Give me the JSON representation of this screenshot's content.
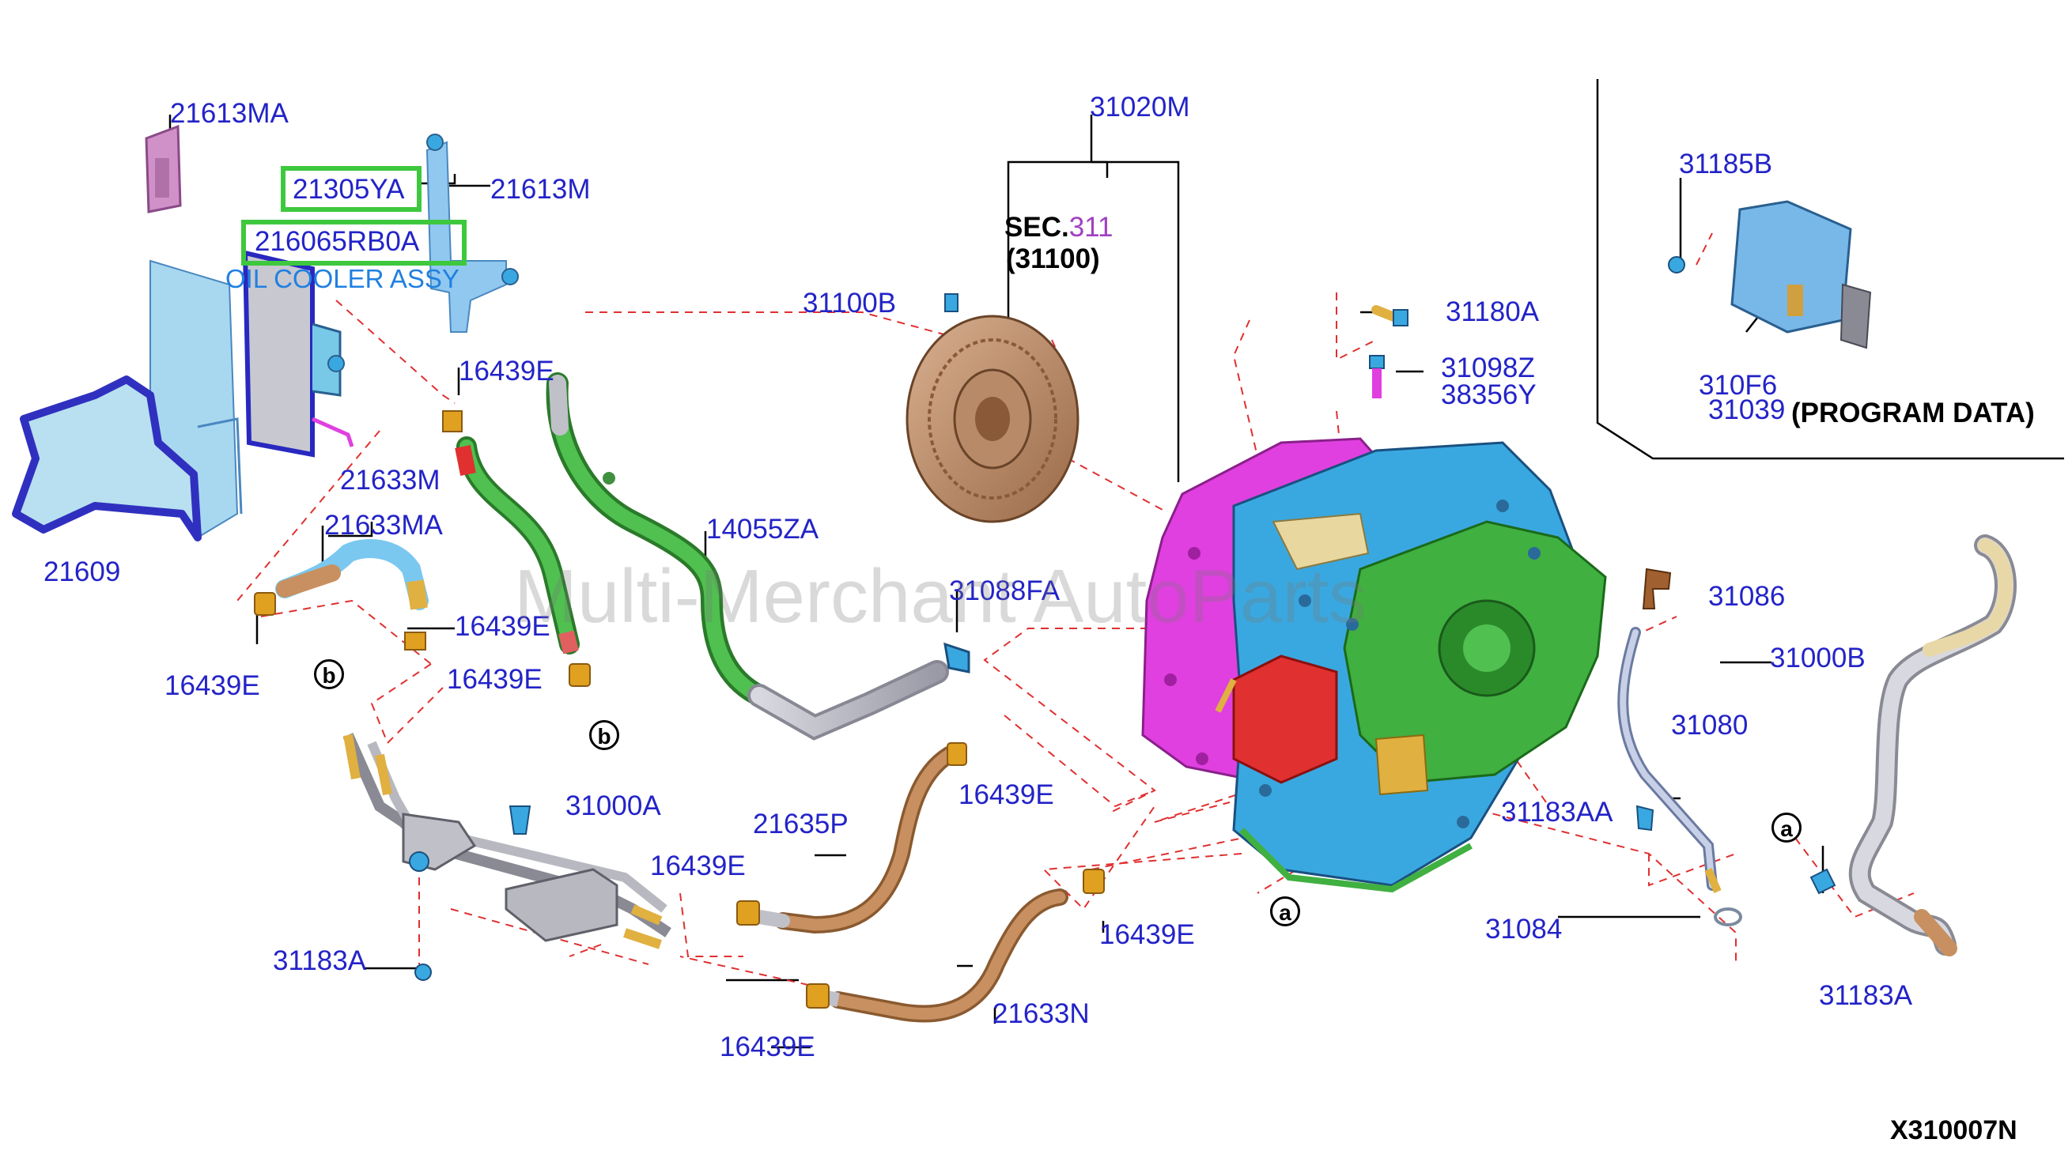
{
  "labels": {
    "l_21613MA": "21613MA",
    "l_21305YA": "21305YA",
    "l_21613M": "21613M",
    "l_216065RB0A": "216065RB0A",
    "l_oil_cooler": "OIL COOLER ASSY",
    "l_16439E_a": "16439E",
    "l_21633M": "21633M",
    "l_21633MA": "21633MA",
    "l_21609": "21609",
    "l_14055ZA": "14055ZA",
    "l_16439E_b": "16439E",
    "l_16439E_c": "16439E",
    "l_16439E_d": "16439E",
    "l_31088FA": "31088FA",
    "l_31000A": "31000A",
    "l_21635P": "21635P",
    "l_16439E_e": "16439E",
    "l_16439E_f": "16439E",
    "l_31183A_left": "31183A",
    "l_16439E_g": "16439E",
    "l_21633N": "21633N",
    "l_16439E_h": "16439E",
    "l_31020M": "31020M",
    "l_31100B": "31100B",
    "l_31180A": "31180A",
    "l_31098Z": "31098Z",
    "l_38356Y": "38356Y",
    "l_31086": "31086",
    "l_31080": "31080",
    "l_31183AA": "31183AA",
    "l_31084": "31084",
    "l_31185B": "31185B",
    "l_310F6": "310F6",
    "l_31039": "31039",
    "l_31000B": "31000B",
    "l_31183A_right": "31183A"
  },
  "sec": {
    "prefix": "SEC.",
    "number": "311",
    "sub": "(31100)"
  },
  "program_data": "(PROGRAM DATA)",
  "callouts": {
    "b1": "b",
    "b2": "b",
    "a1": "a",
    "a2": "a"
  },
  "diagram_code": "X310007N",
  "watermark": "Multi-Merchant AutoParts",
  "colors": {
    "label_blue": "#2323c8",
    "highlight_green": "#3ec83e",
    "leader_red": "#e03030",
    "transmission_magenta": "#e040e0",
    "transmission_blue": "#3aa8e0",
    "transmission_green": "#40b040",
    "torque_converter": "#c89a78",
    "hose_green": "#50c050",
    "hose_copper": "#c89060",
    "pipe_grey": "#b8b8c0"
  }
}
